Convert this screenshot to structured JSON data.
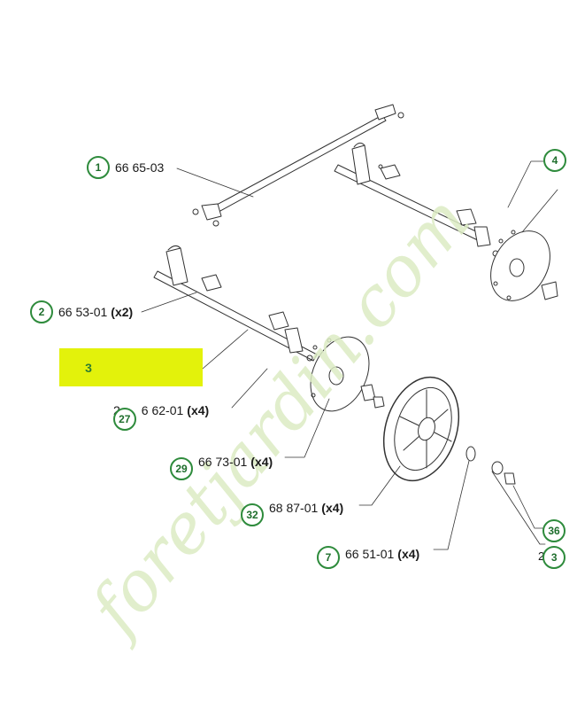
{
  "watermark": {
    "text": "foretjardin.com"
  },
  "highlight": {
    "badge": "3",
    "color": "#e3f20b"
  },
  "callouts": [
    {
      "badge": "1",
      "code": "66 65-03",
      "qty": ""
    },
    {
      "badge": "2",
      "code": "66 53-01",
      "qty": "(x2)"
    },
    {
      "badge": "27",
      "code": "6 62-01",
      "qty": "(x4)",
      "prefix": "2"
    },
    {
      "badge": "29",
      "code": "66 73-01",
      "qty": "(x4)"
    },
    {
      "badge": "32",
      "code": "68 87-01",
      "qty": "(x4)"
    },
    {
      "badge": "7",
      "code": "66 51-01",
      "qty": "(x4)"
    },
    {
      "badge": "4",
      "code": "",
      "qty": ""
    },
    {
      "badge": "36",
      "code": "",
      "qty": ""
    },
    {
      "badge": "3",
      "code": "",
      "qty": "",
      "prefix": "2"
    }
  ],
  "colors": {
    "badge_border": "#2e8b3c",
    "badge_text": "#1e6e2c",
    "line": "#333333"
  }
}
